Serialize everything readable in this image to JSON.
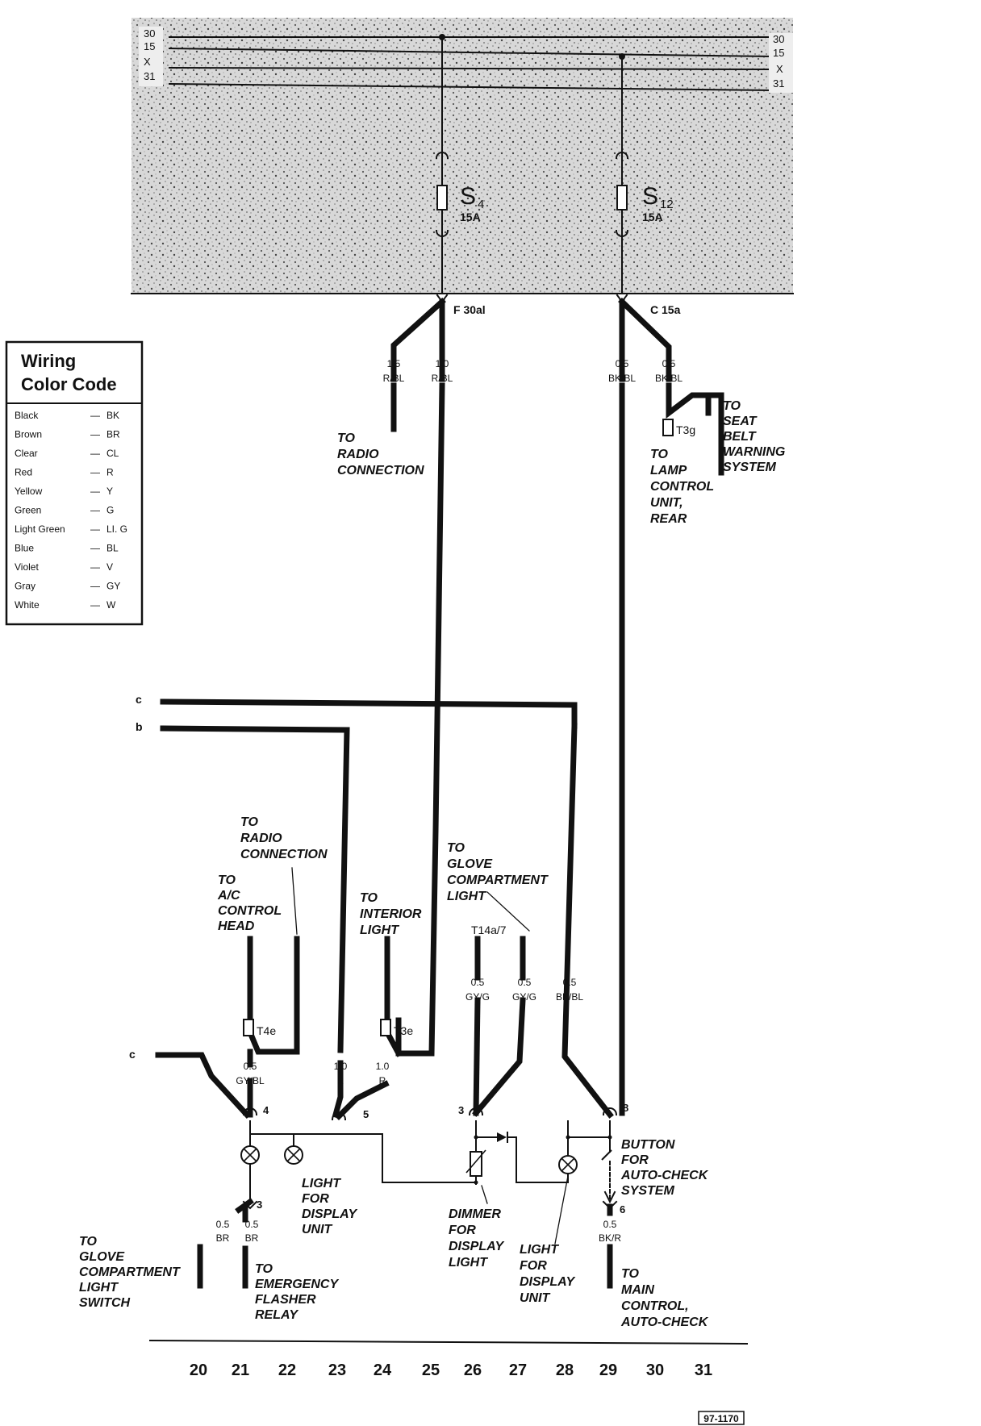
{
  "fuse_panel": {
    "bus_left": [
      "30",
      "15",
      "X",
      "31"
    ],
    "bus_right": [
      "30",
      "15",
      "X",
      "31"
    ],
    "fuse_s4": {
      "letter": "S",
      "sub": "4",
      "rating": "15A"
    },
    "fuse_s12": {
      "letter": "S",
      "sub": "12",
      "rating": "15A"
    },
    "terminal_f30al": "F 30al",
    "terminal_c15a": "C 15a"
  },
  "legend": {
    "title_line1": "Wiring",
    "title_line2": "Color Code",
    "items": [
      {
        "color": "Black",
        "code": "BK"
      },
      {
        "color": "Brown",
        "code": "BR"
      },
      {
        "color": "Clear",
        "code": "CL"
      },
      {
        "color": "Red",
        "code": "R"
      },
      {
        "color": "Yellow",
        "code": "Y"
      },
      {
        "color": "Green",
        "code": "G"
      },
      {
        "color": "Light Green",
        "code": "LI. G"
      },
      {
        "color": "Blue",
        "code": "BL"
      },
      {
        "color": "Violet",
        "code": "V"
      },
      {
        "color": "Gray",
        "code": "GY"
      },
      {
        "color": "White",
        "code": "W"
      }
    ]
  },
  "wire_labels": {
    "w1": {
      "size": "1.5",
      "color": "R/BL"
    },
    "w2": {
      "size": "1.0",
      "color": "R/BL"
    },
    "w3": {
      "size": "0.5",
      "color": "BK/BL"
    },
    "w4": {
      "size": "0.5",
      "color": "BK/BL"
    },
    "w5": {
      "size": "0.5",
      "color": "GY/G"
    },
    "w6": {
      "size": "0.5",
      "color": "GY/G"
    },
    "w7": {
      "size": "0.5",
      "color": "BK/BL"
    },
    "w8": {
      "size": "0.5",
      "color": "GY/BL"
    },
    "w9": {
      "size": "1.0",
      "color": "R"
    },
    "w10": {
      "size": "1.0",
      "color": "R"
    },
    "w11": {
      "size": "0.5",
      "color": "BR"
    },
    "w12": {
      "size": "0.5",
      "color": "BR"
    },
    "w13": {
      "size": "0.5",
      "color": "BK/R"
    }
  },
  "connectors": {
    "t3g": "T3g",
    "t4e": "T4e",
    "t3e": "T3e",
    "t14a7": "T14a/7"
  },
  "pin_numbers": {
    "p4": "4",
    "p5": "5",
    "p3a": "3",
    "p8": "8",
    "p3b": "3",
    "p6": "6"
  },
  "circuit_letters": {
    "c1": "c",
    "b": "b",
    "c2": "c"
  },
  "destinations": {
    "radio_1": [
      "TO",
      "RADIO",
      "CONNECTION"
    ],
    "seat_belt": [
      "TO",
      "SEAT",
      "BELT",
      "WARNING",
      "SYSTEM"
    ],
    "lamp_control": [
      "TO",
      "LAMP",
      "CONTROL",
      "UNIT,",
      "REAR"
    ],
    "radio_2": [
      "TO",
      "RADIO",
      "CONNECTION"
    ],
    "ac_control": [
      "TO",
      "A/C",
      "CONTROL",
      "HEAD"
    ],
    "interior_light": [
      "TO",
      "INTERIOR",
      "LIGHT"
    ],
    "glove_light": [
      "TO",
      "GLOVE",
      "COMPARTMENT",
      "LIGHT"
    ],
    "display_light_1": [
      "LIGHT",
      "FOR",
      "DISPLAY",
      "UNIT"
    ],
    "dimmer": [
      "DIMMER",
      "FOR",
      "DISPLAY",
      "LIGHT"
    ],
    "display_light_2": [
      "LIGHT",
      "FOR",
      "DISPLAY",
      "UNIT"
    ],
    "button_autocheck": [
      "BUTTON",
      "FOR",
      "AUTO-CHECK",
      "SYSTEM"
    ],
    "glove_switch": [
      "TO",
      "GLOVE",
      "COMPARTMENT",
      "LIGHT",
      "SWITCH"
    ],
    "emergency_flasher": [
      "TO",
      "EMERGENCY",
      "FLASHER",
      "RELAY"
    ],
    "main_control": [
      "TO",
      "MAIN",
      "CONTROL,",
      "AUTO-CHECK"
    ]
  },
  "grid_numbers": [
    "20",
    "21",
    "22",
    "23",
    "24",
    "25",
    "26",
    "27",
    "28",
    "29",
    "30",
    "31"
  ],
  "figure_ref": "97-1170"
}
